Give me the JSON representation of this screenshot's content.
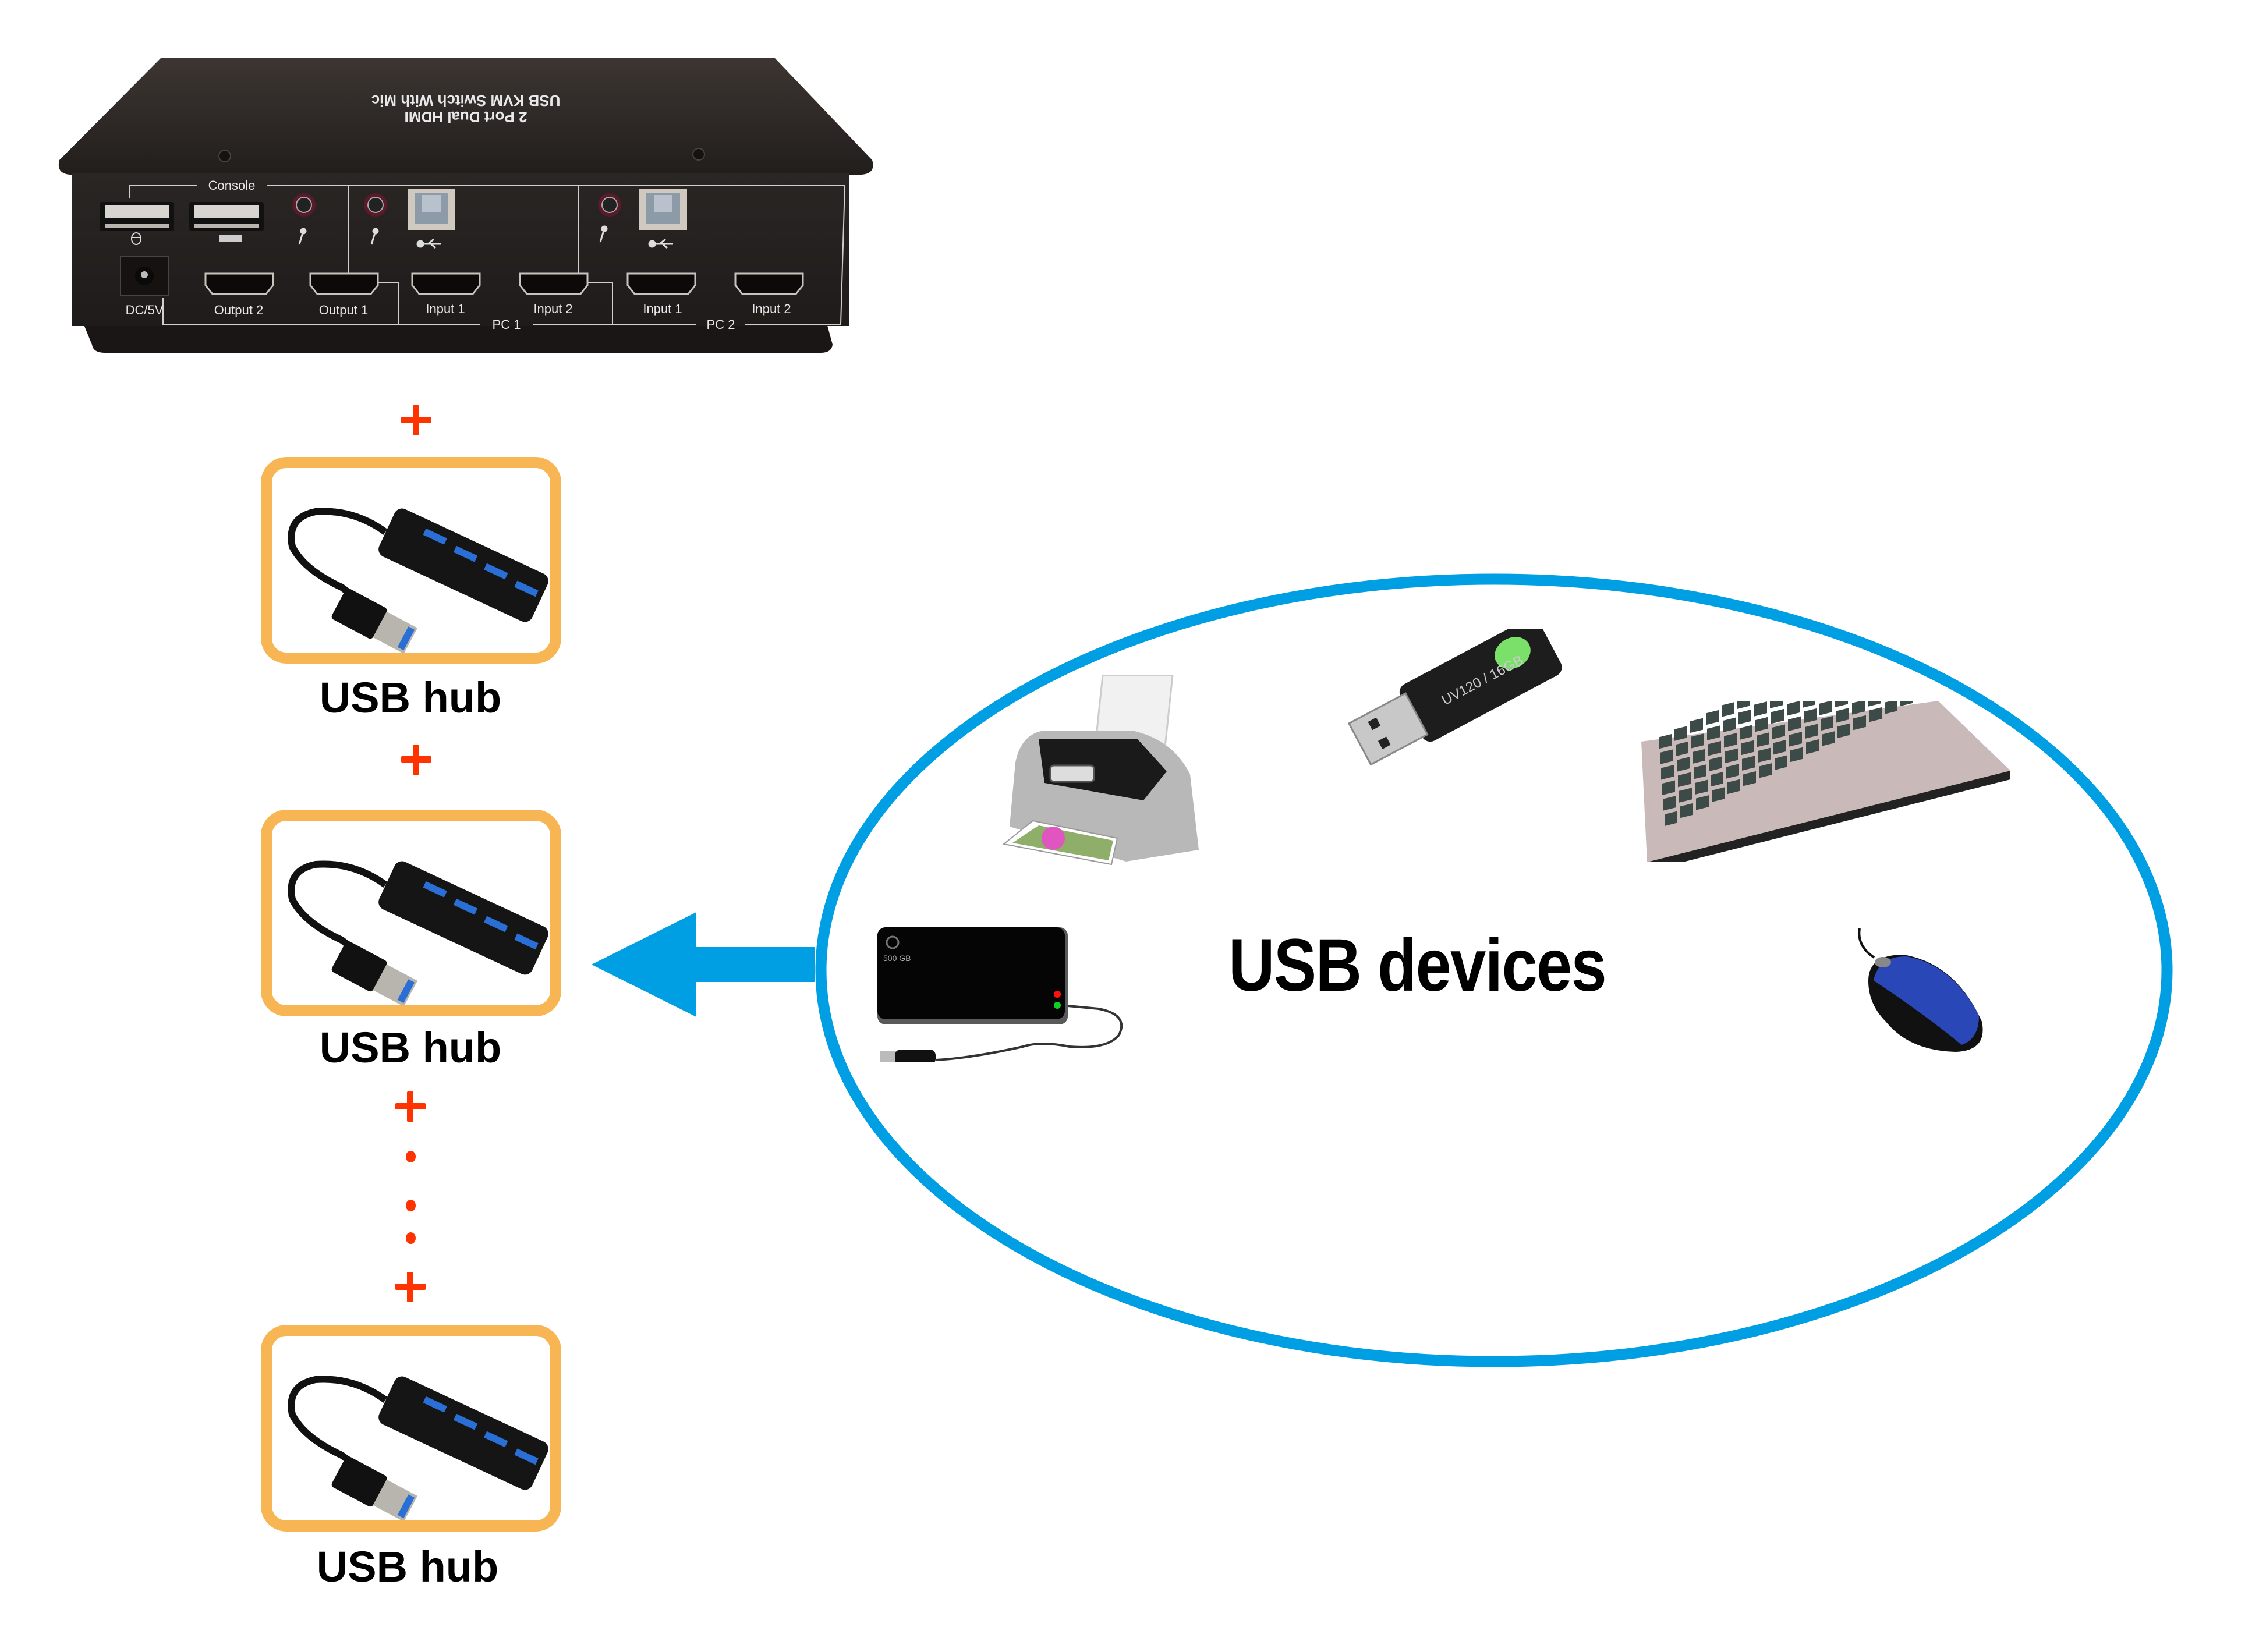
{
  "kvm_switch": {
    "top_text_line1": "2 Port Dual HDMI",
    "top_text_line2": "USB KVM Switch With Mic",
    "console_label": "Console",
    "ports": {
      "power": "DC/5V",
      "output2": "Output 2",
      "output1": "Output 1",
      "pc1_input1": "Input 1",
      "pc1_input2": "Input 2",
      "pc2_input1": "Input 1",
      "pc2_input2": "Input 2"
    },
    "group_pc1": "PC 1",
    "group_pc2": "PC 2"
  },
  "chain": {
    "connector_symbol": "+",
    "ellipsis_dots": 3,
    "hubs": [
      {
        "label": "USB hub"
      },
      {
        "label": "USB hub"
      },
      {
        "label": "USB hub"
      }
    ]
  },
  "devices_group": {
    "title": "USB devices",
    "items": [
      {
        "name": "printer"
      },
      {
        "name": "usb-flash-drive",
        "marking": "UV120 / 16GB"
      },
      {
        "name": "keyboard"
      },
      {
        "name": "external-hard-drive",
        "marking": "500 GB"
      },
      {
        "name": "mouse"
      }
    ]
  },
  "colors": {
    "accent_blue": "#009fe3",
    "hub_frame_orange": "#f7b553",
    "plus_red": "#ff3300",
    "device_body": "#2b2624"
  }
}
